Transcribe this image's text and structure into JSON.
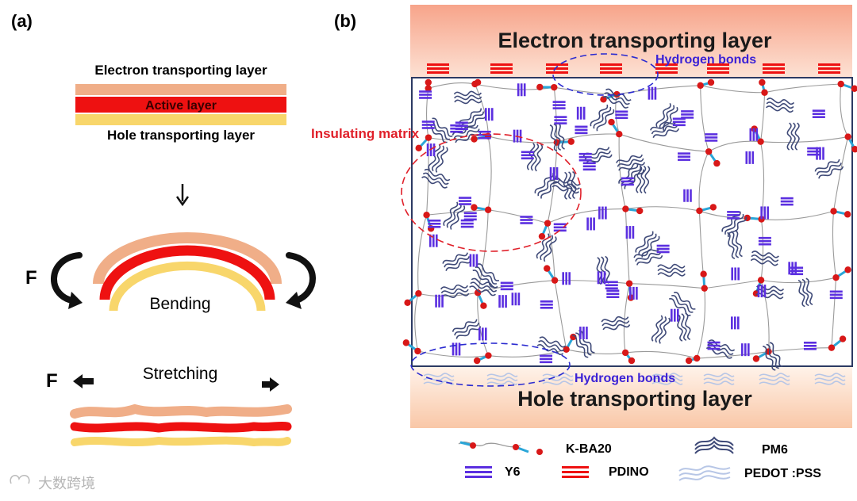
{
  "panel_a": {
    "label": "(a)",
    "layers": {
      "top": "Electron transporting layer",
      "middle": "Active layer",
      "bottom": "Hole transporting layer"
    },
    "force_bend": "F",
    "bending": "Bending",
    "force_stretch": "F",
    "stretching": "Stretching"
  },
  "panel_b": {
    "label": "(b)",
    "top_band": "Electron transporting layer",
    "bottom_band": "Hole transporting layer",
    "hbond_top": "Hydrogen bonds",
    "hbond_bottom": "Hydrogen bonds",
    "insulating": "Insulating matrix"
  },
  "legend": {
    "kba20": "K-BA20",
    "pm6": "PM6",
    "y6": "Y6",
    "pdino": "PDINO",
    "pedot": "PEDOT :PSS"
  },
  "watermark": "大数跨境",
  "colors": {
    "etl": "#f2b08c",
    "active": "#ee1111",
    "htl": "#f7d46a",
    "y6": "#5b2fe0",
    "pm6": "#3f4a78",
    "link": "#2aa6d8",
    "node": "#d81818",
    "accent_text": "#3b22d6",
    "alert_text": "#e0202a"
  }
}
